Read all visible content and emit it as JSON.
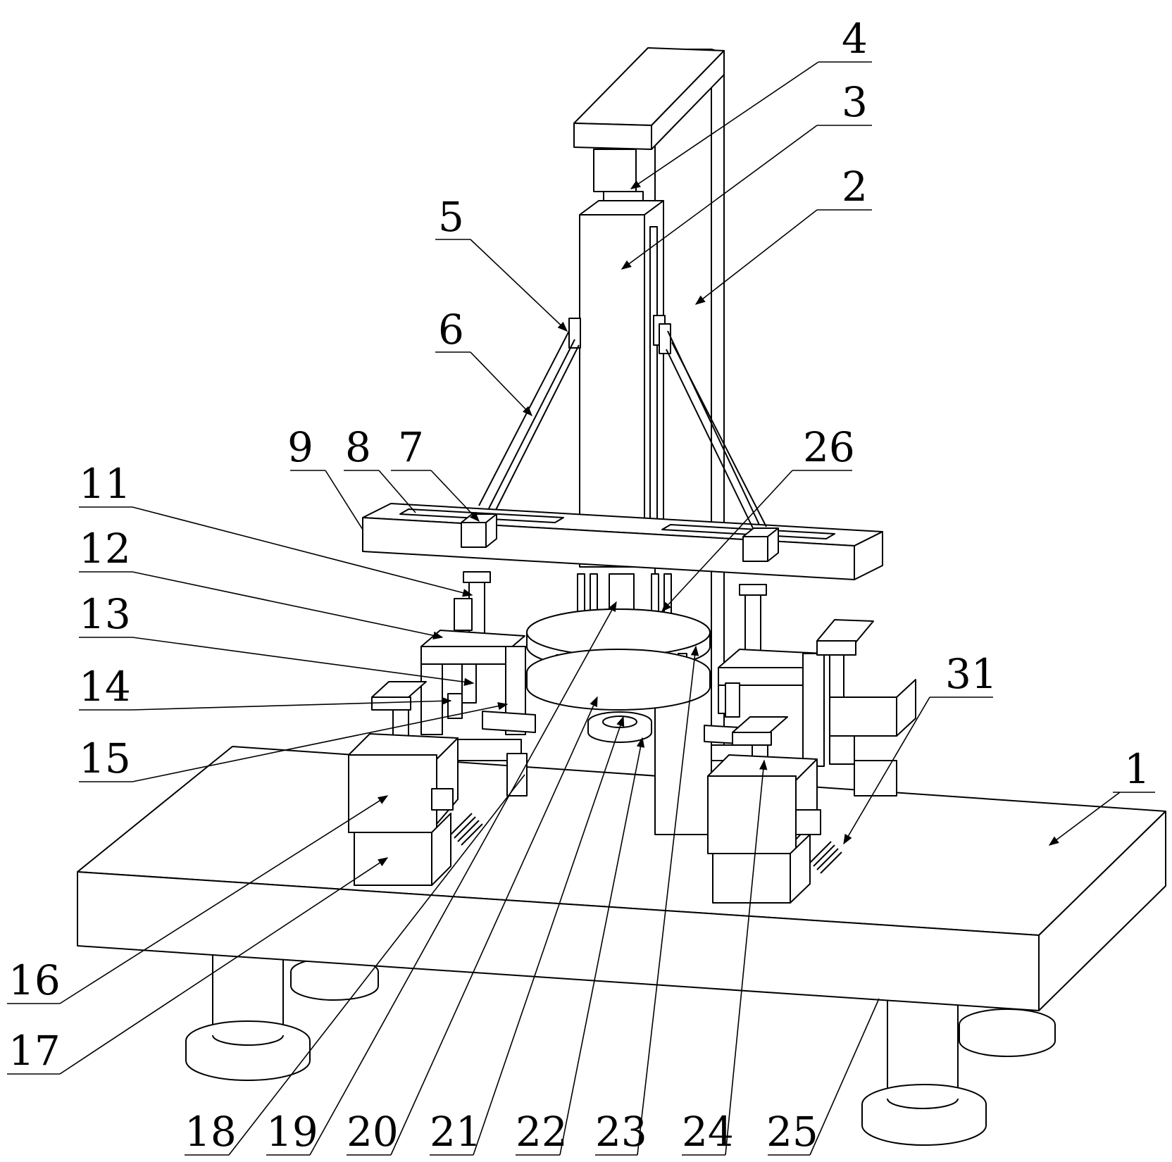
{
  "figure": {
    "labels": [
      "1",
      "2",
      "3",
      "4",
      "5",
      "6",
      "7",
      "8",
      "9",
      "11",
      "12",
      "13",
      "14",
      "15",
      "16",
      "17",
      "18",
      "19",
      "20",
      "21",
      "22",
      "23",
      "24",
      "25",
      "26",
      "31"
    ]
  }
}
